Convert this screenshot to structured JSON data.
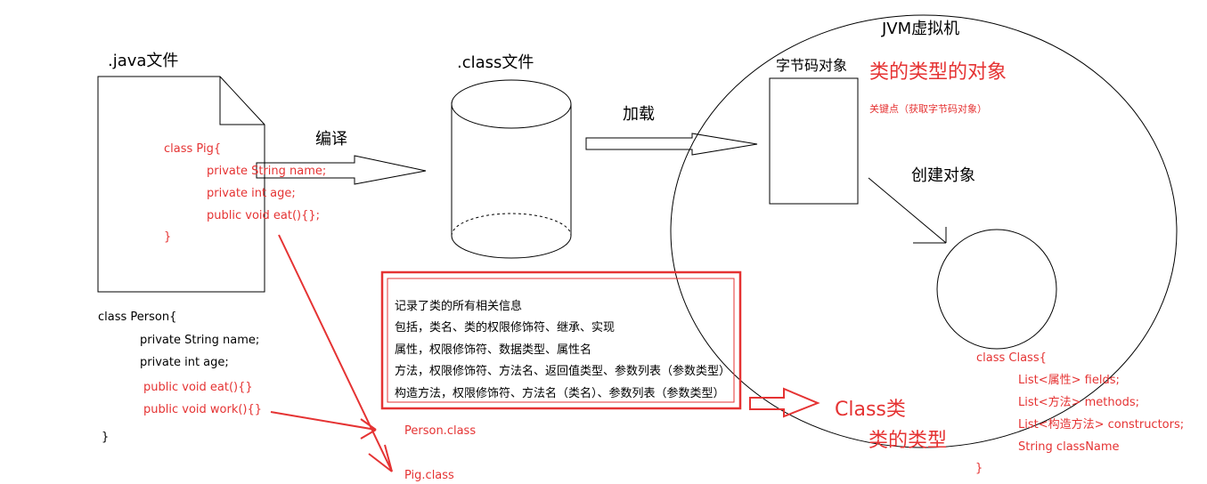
{
  "java_file": {
    "title": ".java文件",
    "pig_code": [
      "class Pig{",
      "private String name;",
      "private int age;",
      "public void eat(){};",
      "}"
    ]
  },
  "person_code": [
    "class Person{",
    "private String name;",
    "private int age;",
    "public void eat(){}",
    "public void work(){}",
    "}"
  ],
  "compile_label": "编译",
  "class_file_title": ".class文件",
  "load_label": "加载",
  "jvm": {
    "title": "JVM虚拟机",
    "bytecode_label": "字节码对象",
    "type_object_label": "类的类型的对象",
    "key_point": "关键点（获取字节码对象）",
    "create_label": "创建对象"
  },
  "info_box": {
    "lines": [
      "记录了类的所有相关信息",
      "包括，类名、类的权限修饰符、继承、实现",
      "属性，权限修饰符、数据类型、属性名",
      "方法，权限修饰符、方法名、返回值类型、参数列表（参数类型）",
      "构造方法，权限修饰符、方法名（类名）、参数列表（参数类型）"
    ]
  },
  "class_class_label": "Class类",
  "class_type_label": "类的类型",
  "class_code": [
    "class Class{",
    "List<属性> fields;",
    "List<方法> methods;",
    "List<构造方法> constructors;",
    "String className",
    "}"
  ],
  "person_class": "Person.class",
  "pig_class": "Pig.class",
  "colors": {
    "accent": "#e53333",
    "line": "#000000"
  }
}
